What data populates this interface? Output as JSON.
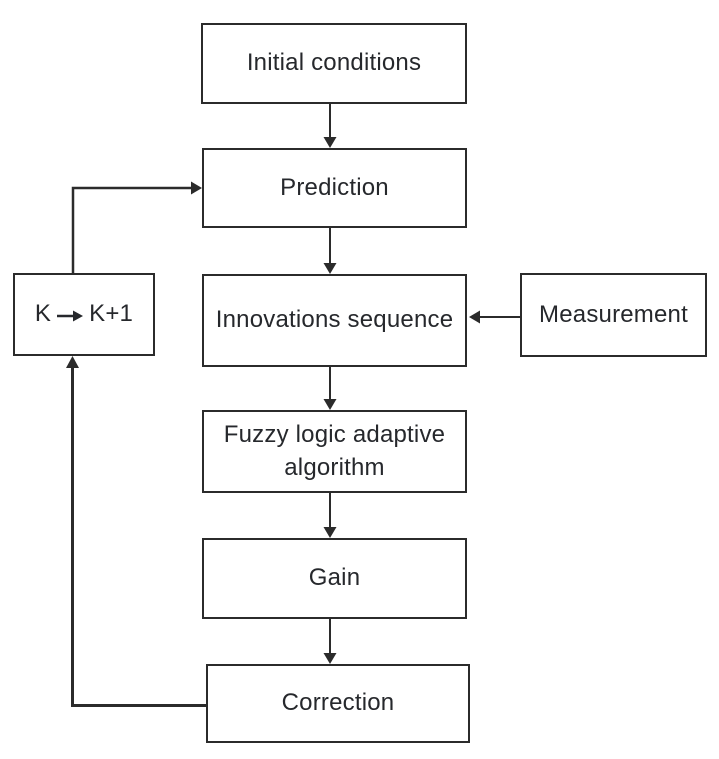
{
  "diagram": {
    "type": "flowchart",
    "nodes": {
      "initial_conditions": {
        "label": "Initial conditions"
      },
      "prediction": {
        "label": "Prediction"
      },
      "innovations_sequence": {
        "label": "Innovations sequence"
      },
      "measurement": {
        "label": "Measurement"
      },
      "k_increment": {
        "label": "K→K+1",
        "label_left": "K",
        "label_right": "K+1"
      },
      "fuzzy_logic": {
        "label": "Fuzzy logic adaptive algorithm"
      },
      "gain": {
        "label": "Gain"
      },
      "correction": {
        "label": "Correction"
      }
    },
    "edges": [
      {
        "from": "initial_conditions",
        "to": "prediction",
        "direction": "down"
      },
      {
        "from": "prediction",
        "to": "innovations_sequence",
        "direction": "down"
      },
      {
        "from": "measurement",
        "to": "innovations_sequence",
        "direction": "left"
      },
      {
        "from": "innovations_sequence",
        "to": "fuzzy_logic",
        "direction": "down"
      },
      {
        "from": "fuzzy_logic",
        "to": "gain",
        "direction": "down"
      },
      {
        "from": "gain",
        "to": "correction",
        "direction": "down"
      },
      {
        "from": "correction",
        "to": "k_increment",
        "direction": "left-then-up"
      },
      {
        "from": "k_increment",
        "to": "prediction",
        "direction": "up-then-right"
      }
    ],
    "colors": {
      "line": "#2b2b2b",
      "text": "#26282c",
      "background": "#ffffff"
    }
  }
}
